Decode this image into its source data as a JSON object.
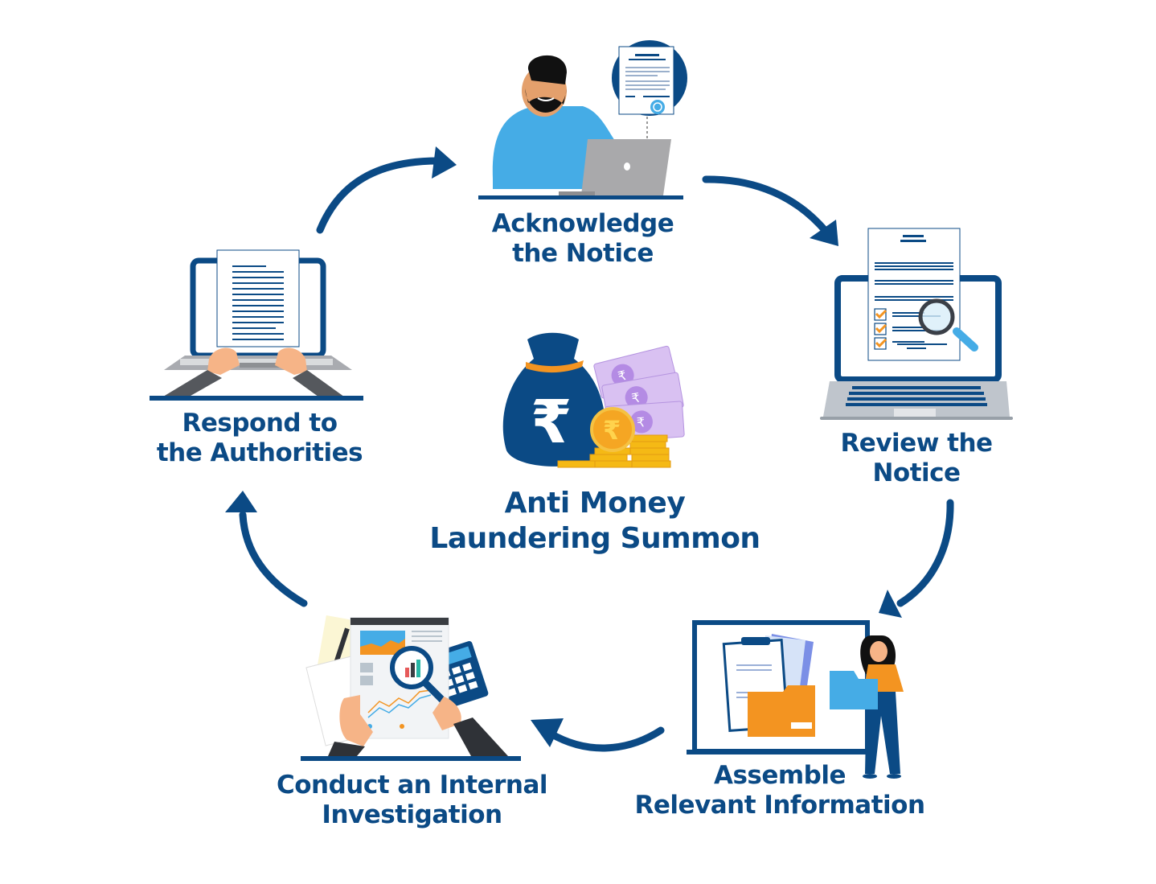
{
  "diagram": {
    "title": "Anti Money Laundering Summon",
    "title_lines": [
      "Anti Money",
      "Laundering Summon"
    ],
    "flow_direction": "clockwise",
    "steps": [
      {
        "id": "acknowledge",
        "lines": [
          "Acknowledge",
          "the Notice"
        ],
        "icon": "man-at-laptop-with-certificate-icon"
      },
      {
        "id": "review",
        "lines": [
          "Review the",
          "Notice"
        ],
        "icon": "laptop-document-magnifier-icon"
      },
      {
        "id": "assemble",
        "lines": [
          "Assemble",
          "Relevant Information"
        ],
        "icon": "woman-with-folders-icon"
      },
      {
        "id": "investigate",
        "lines": [
          "Conduct an Internal",
          "Investigation"
        ],
        "icon": "report-analysis-magnifier-icon"
      },
      {
        "id": "respond",
        "lines": [
          "Respond to",
          "the Authorities"
        ],
        "icon": "hands-typing-laptop-icon"
      }
    ],
    "center_icon": "money-bag-rupee-icon",
    "colors": {
      "primary": "#0b4a85",
      "light_blue": "#45ace6",
      "orange": "#f39421",
      "gold": "#f5b915",
      "purple": "#c7a6e8",
      "gray": "#a9a9ab",
      "skin": "#f6b487"
    }
  }
}
